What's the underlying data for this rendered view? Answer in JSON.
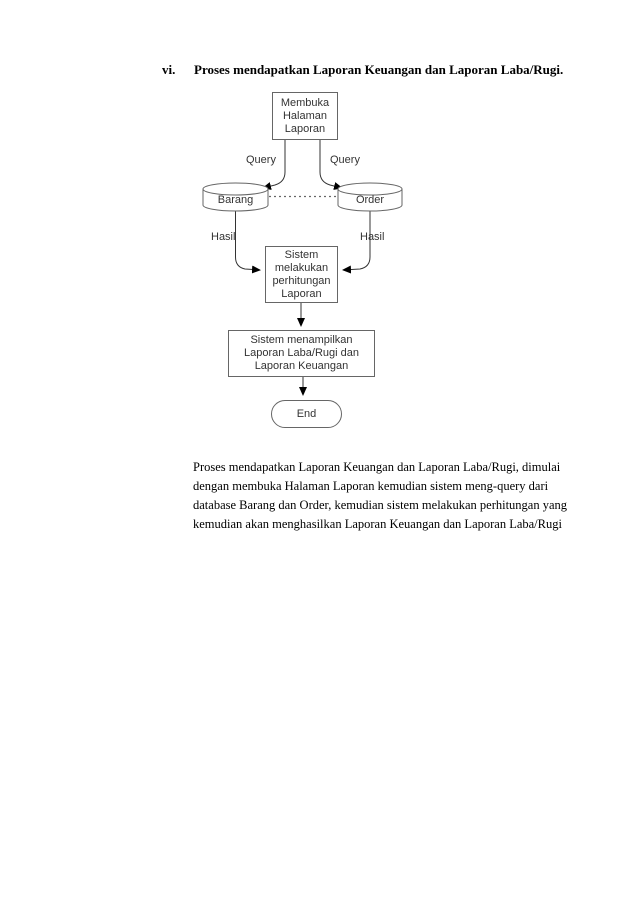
{
  "document": {
    "heading": {
      "number": "vi.",
      "title": "Proses mendapatkan Laporan Keuangan dan Laporan Laba/Rugi."
    },
    "flowchart": {
      "start_node": "Membuka\nHalaman\nLaporan",
      "database_left": "Barang",
      "database_right": "Order",
      "process_node": "Sistem\nmelakukan\nperhitungan\nLaporan",
      "display_node": "Sistem menampilkan\nLaporan Laba/Rugi dan\nLaporan Keuangan",
      "end_node": "End",
      "edge_labels": {
        "query_left": "Query",
        "query_right": "Query",
        "hasil_left": "Hasil",
        "hasil_right": "Hasil"
      },
      "colors": {
        "shape_border": "#666666",
        "shape_fill": "#ffffff",
        "shape_text": "#333333",
        "connector": "#333333",
        "arrowhead": "#000000"
      }
    },
    "paragraph": "Proses mendapatkan Laporan Keuangan dan Laporan Laba/Rugi, dimulai\ndengan membuka Halaman Laporan kemudian sistem meng-query dari\ndatabase Barang dan Order, kemudian sistem melakukan perhitungan yang\nkemudian akan menghasilkan Laporan Keuangan dan Laporan Laba/Rugi"
  }
}
